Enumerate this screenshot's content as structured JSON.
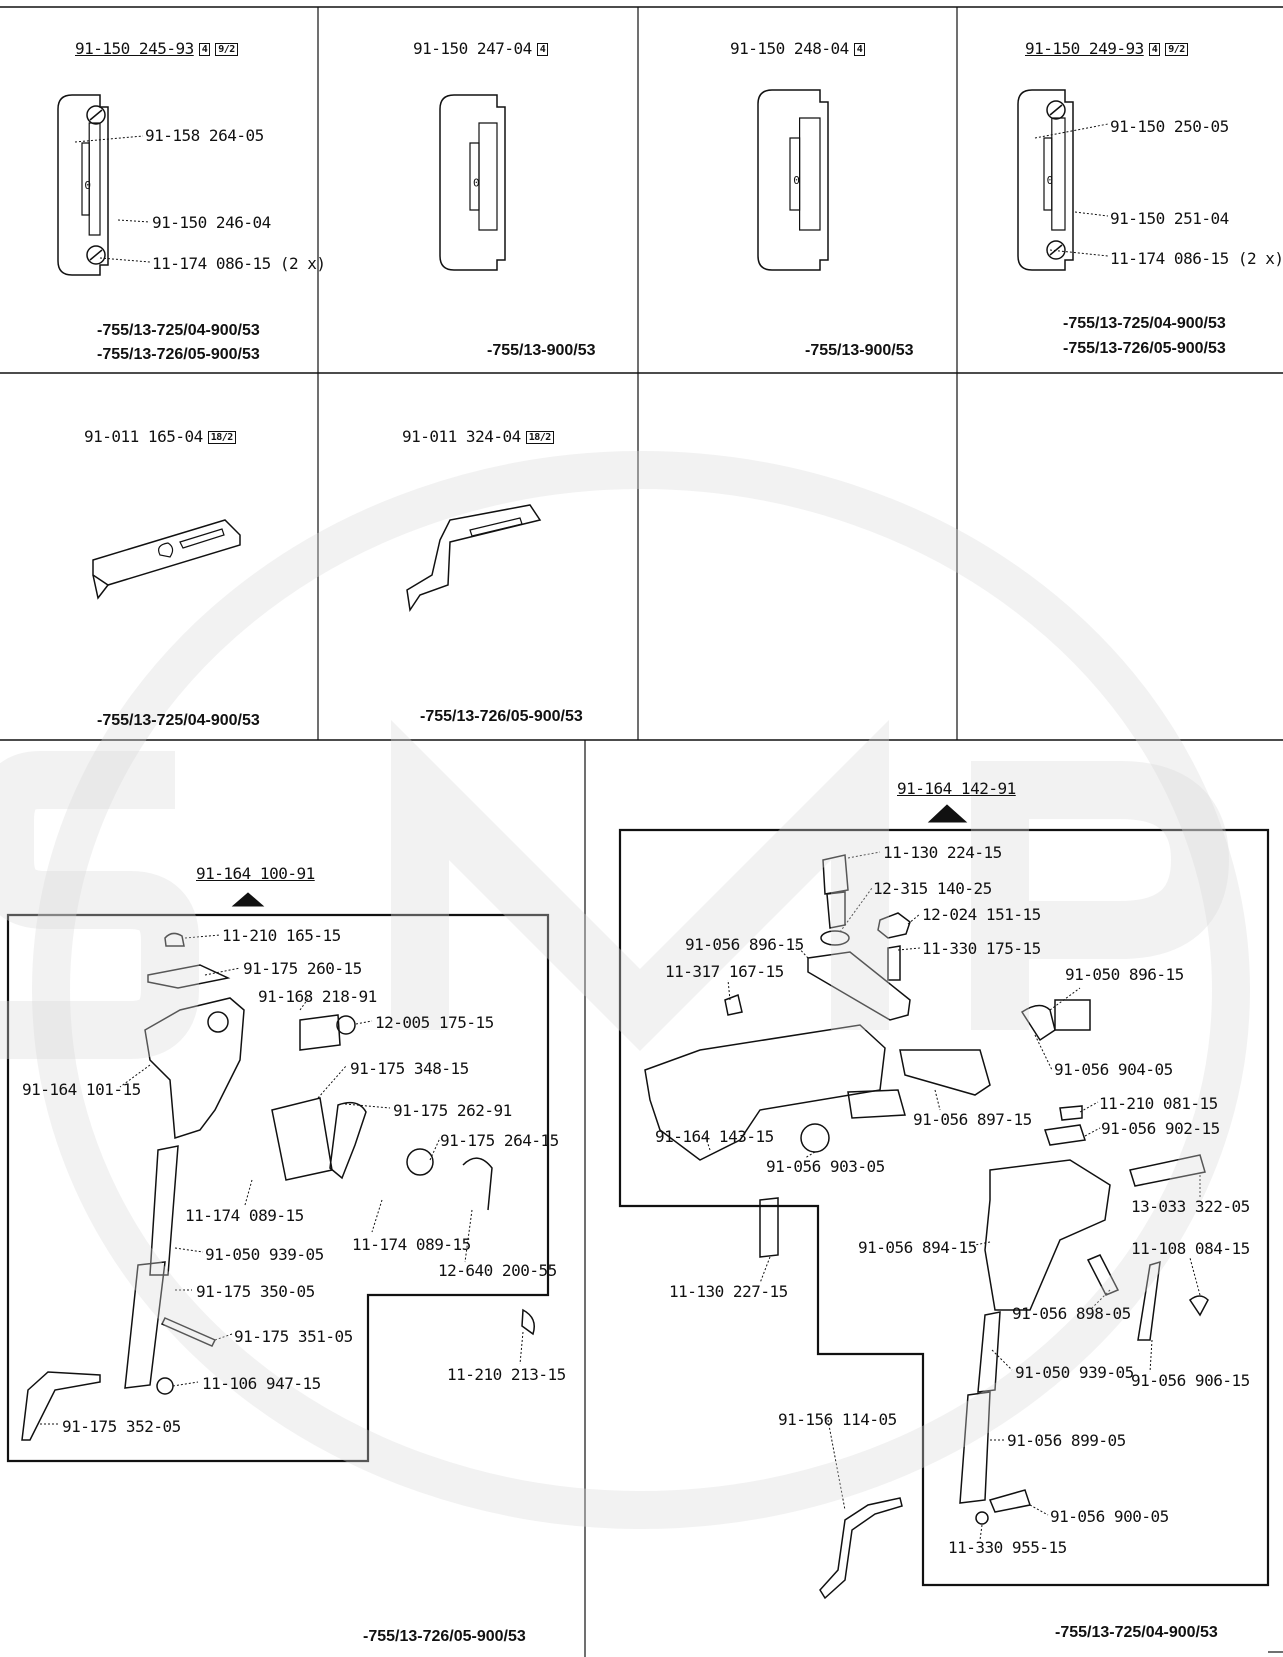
{
  "colors": {
    "ink": "#111111",
    "watermark": "#d9d9d9"
  },
  "top_panels": [
    {
      "title": "91-150 245-93",
      "badges": [
        "4",
        "9/2"
      ],
      "callouts": [
        "91-158 264-05",
        "91-150 246-04",
        "11-174 086-15 (2 x)"
      ],
      "codes": [
        "-755/13-725/04-900/53",
        "-755/13-726/05-900/53"
      ]
    },
    {
      "title": "91-150 247-04",
      "badges": [
        "4"
      ],
      "callouts": [],
      "codes": [
        "-755/13-900/53"
      ]
    },
    {
      "title": "91-150 248-04",
      "badges": [
        "4"
      ],
      "callouts": [],
      "codes": [
        "-755/13-900/53"
      ]
    },
    {
      "title": "91-150 249-93",
      "badges": [
        "4",
        "9/2"
      ],
      "callouts": [
        "91-150 250-05",
        "91-150 251-04",
        "11-174 086-15 (2 x)"
      ],
      "codes": [
        "-755/13-725/04-900/53",
        "-755/13-726/05-900/53"
      ]
    }
  ],
  "mid_panels": [
    {
      "title": "91-011 165-04",
      "badges": [
        "18/2"
      ],
      "codes": [
        "-755/13-725/04-900/53"
      ]
    },
    {
      "title": "91-011 324-04",
      "badges": [
        "18/2"
      ],
      "codes": [
        "-755/13-726/05-900/53"
      ]
    }
  ],
  "left_assembly": {
    "header": "91-164 100-91",
    "labels": [
      "11-210 165-15",
      "91-175 260-15",
      "91-168 218-91",
      "12-005 175-15",
      "91-164 101-15",
      "91-175 348-15",
      "91-175 262-91",
      "91-175 264-15",
      "11-174 089-15",
      "11-174 089-15",
      "12-640 200-55",
      "91-050 939-05",
      "91-175 350-05",
      "91-175 351-05",
      "11-106 947-15",
      "91-175 352-05",
      "11-210 213-15"
    ],
    "code": "-755/13-726/05-900/53"
  },
  "right_assembly": {
    "header": "91-164 142-91",
    "labels": [
      "11-130 224-15",
      "12-315 140-25",
      "12-024 151-15",
      "91-056 896-15",
      "11-330 175-15",
      "11-317 167-15",
      "91-050 896-15",
      "91-056 904-05",
      "11-210 081-15",
      "91-164 143-15",
      "91-056 897-15",
      "91-056 902-15",
      "91-056 903-05",
      "13-033 322-05",
      "11-130 227-15",
      "91-056 894-15",
      "11-108 084-15",
      "91-056 898-05",
      "91-050 939-05",
      "91-056 906-15",
      "91-156 114-05",
      "91-056 899-05",
      "91-056 900-05",
      "11-330 955-15"
    ],
    "code": "-755/13-725/04-900/53"
  }
}
